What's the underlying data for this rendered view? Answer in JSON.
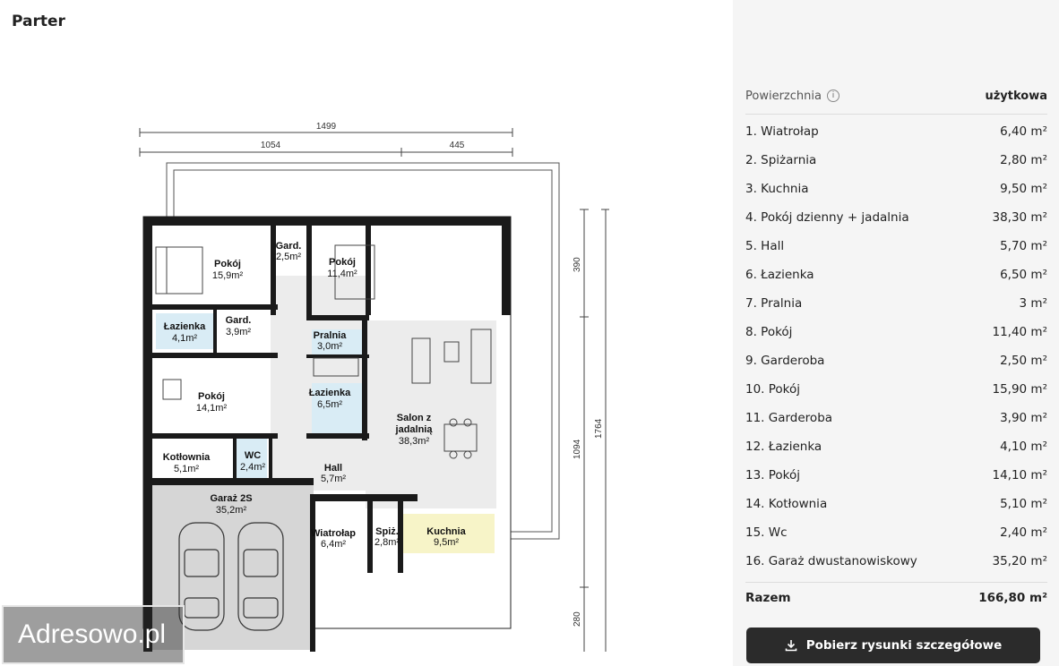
{
  "title": "Parter",
  "plan": {
    "dims": {
      "total": "1499",
      "left": "1054",
      "right": "445",
      "v_top": "390",
      "v_mid": "1094",
      "v_total": "1764",
      "v_bottom": "280"
    },
    "rooms": [
      {
        "name": "Pokój",
        "area": "15,9m²"
      },
      {
        "name": "Gard.",
        "area": "2,5m²"
      },
      {
        "name": "Pokój",
        "area": "11,4m²"
      },
      {
        "name": "Łazienka",
        "area": "4,1m²"
      },
      {
        "name": "Gard.",
        "area": "3,9m²"
      },
      {
        "name": "Pralnia",
        "area": "3,0m²"
      },
      {
        "name": "Pokój",
        "area": "14,1m²"
      },
      {
        "name": "Łazienka",
        "area": "6,5m²"
      },
      {
        "name": "Salon z",
        "area": ""
      },
      {
        "name": "jadalnią",
        "area": "38,3m²"
      },
      {
        "name": "Kotłownia",
        "area": "5,1m²"
      },
      {
        "name": "WC",
        "area": "2,4m²"
      },
      {
        "name": "Hall",
        "area": "5,7m²"
      },
      {
        "name": "Garaż 2S",
        "area": "35,2m²"
      },
      {
        "name": "Wiatrołap",
        "area": "6,4m²"
      },
      {
        "name": "Spiż.",
        "area": "2,8m²"
      },
      {
        "name": "Kuchnia",
        "area": "9,5m²"
      }
    ]
  },
  "summary": {
    "header_label": "Powierzchnia",
    "info_icon": "i",
    "header_col": "użytkowa",
    "rows": [
      {
        "name": "1. Wiatrołap",
        "value": "6,40 m²"
      },
      {
        "name": "2. Spiżarnia",
        "value": "2,80 m²"
      },
      {
        "name": "3. Kuchnia",
        "value": "9,50 m²"
      },
      {
        "name": "4. Pokój dzienny + jadalnia",
        "value": "38,30 m²"
      },
      {
        "name": "5. Hall",
        "value": "5,70 m²"
      },
      {
        "name": "6. Łazienka",
        "value": "6,50 m²"
      },
      {
        "name": "7. Pralnia",
        "value": "3 m²"
      },
      {
        "name": "8. Pokój",
        "value": "11,40 m²"
      },
      {
        "name": "9. Garderoba",
        "value": "2,50 m²"
      },
      {
        "name": "10. Pokój",
        "value": "15,90 m²"
      },
      {
        "name": "11. Garderoba",
        "value": "3,90 m²"
      },
      {
        "name": "12. Łazienka",
        "value": "4,10 m²"
      },
      {
        "name": "13. Pokój",
        "value": "14,10 m²"
      },
      {
        "name": "14. Kotłownia",
        "value": "5,10 m²"
      },
      {
        "name": "15. Wc",
        "value": "2,40 m²"
      },
      {
        "name": "16. Garaż dwustanowiskowy",
        "value": "35,20 m²"
      }
    ],
    "total_label": "Razem",
    "total_value": "166,80 m²"
  },
  "download_button": "Pobierz rysunki szczegółowe",
  "watermark": "Adresowo.pl",
  "colors": {
    "sidebar_bg": "#f5f5f5",
    "button_bg": "#2b2b2b",
    "garage": "#d6d6d6",
    "bath": "#d9ecf5",
    "kitchen": "#f7f4c8",
    "floor": "#ececec"
  }
}
